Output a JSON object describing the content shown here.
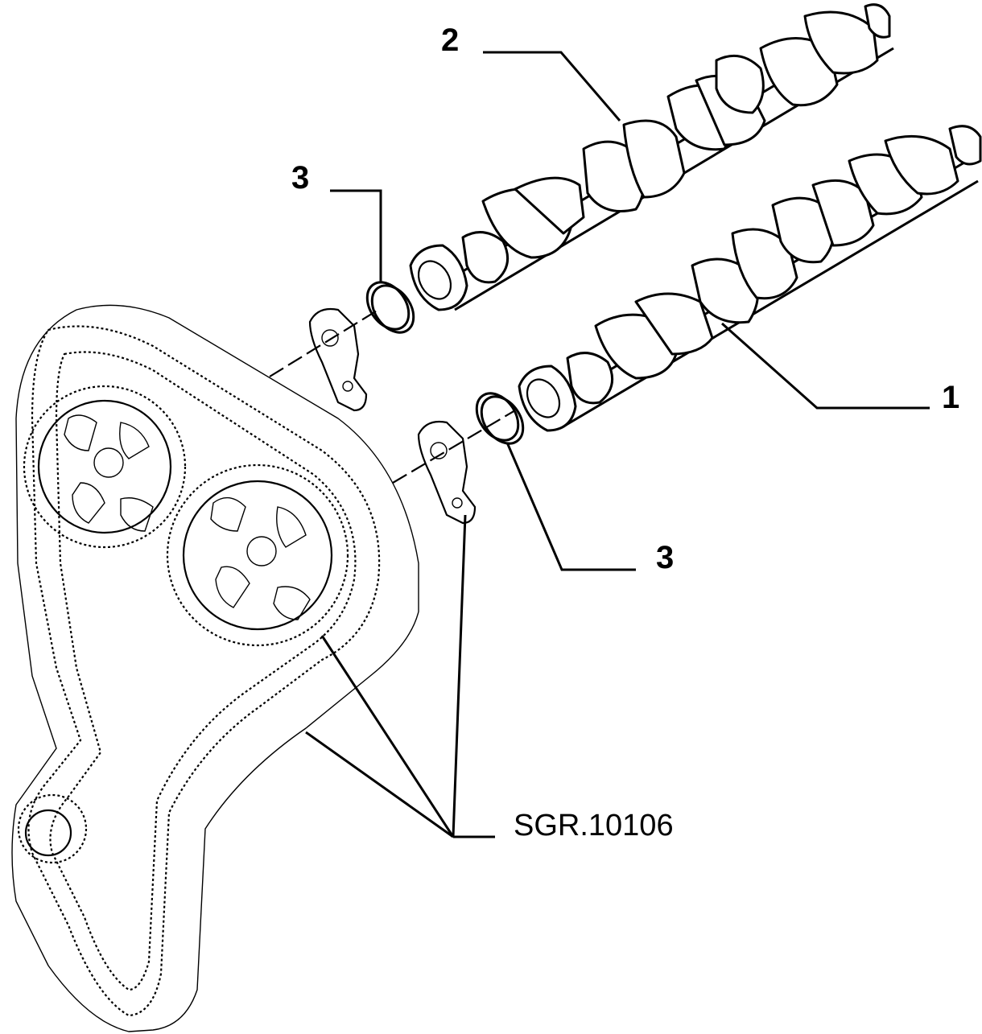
{
  "diagram": {
    "callouts": {
      "camshaft_exhaust": "1",
      "camshaft_intake": "2",
      "seal_ring_upper": "3",
      "seal_ring_lower": "3"
    },
    "group_reference": "SGR.10106"
  }
}
